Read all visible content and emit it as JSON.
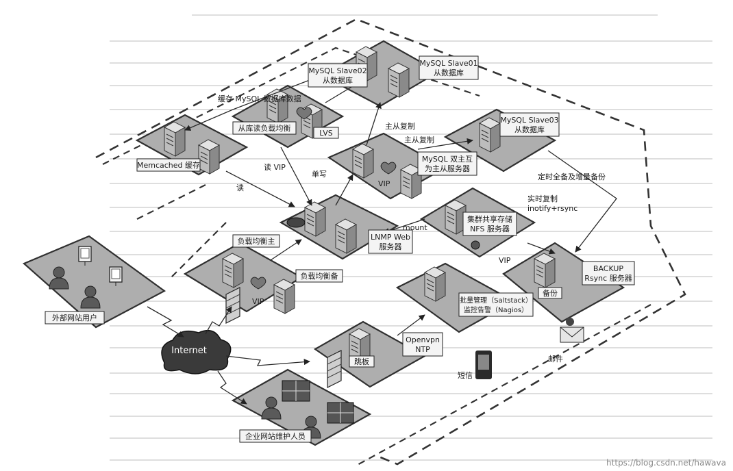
{
  "nodes": {
    "slave01": "MySQL Slave01\n从数据库",
    "slave02": "MySQL Slave02\n从数据库",
    "slave03": "MySQL Slave03\n从数据库",
    "lvs_label": "从库读负载均衡",
    "lvs": "LVS",
    "memcached": "Memcached 缓存",
    "master": "MySQL 双主互\n为主从服务器",
    "master_vip": "VIP",
    "nfs": "集群共享存储\nNFS 服务器",
    "nfs_vip": "VIP",
    "lnmp": "LNMP Web\n服务器",
    "backup": "BACKUP\nRsync 服务器",
    "backup_tag": "备份",
    "lb_master": "负载均衡主",
    "lb_backup": "负载均衡备",
    "lb_vip": "VIP",
    "saltstack": "批量管理（Saltstack）\n监控告警（Nagios）",
    "openvpn": "Openvpn\nNTP",
    "jump": "跳板",
    "users": "外部网站用户",
    "admins": "企业网站维护人员",
    "internet": "Internet"
  },
  "edges": {
    "cache_data": "缓存 MySQL 数据库数据",
    "master_slave_1": "主从复制",
    "master_slave_2": "主从复制",
    "read_vip": "读 VIP",
    "read": "读",
    "write": "单写",
    "scheduled_backup": "定时全备及增量备份",
    "realtime_sync": "实时复制\ninotify+rsync",
    "mount": "mount",
    "sms": "短信",
    "email": "邮件"
  },
  "watermark": "https://blog.csdn.net/hawava"
}
